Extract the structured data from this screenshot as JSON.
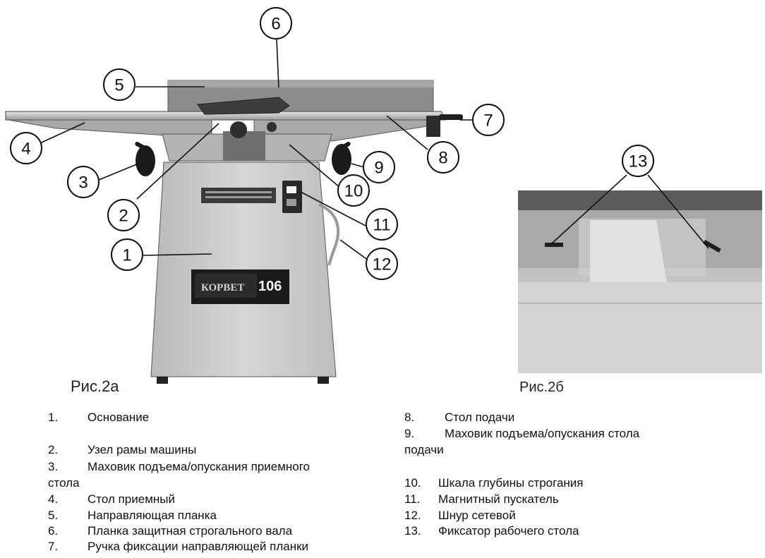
{
  "callouts": [
    "1",
    "2",
    "3",
    "4",
    "5",
    "6",
    "7",
    "8",
    "9",
    "10",
    "11",
    "12",
    "13"
  ],
  "figure_a": {
    "caption": "Рис.2а",
    "nameplate_brand": "КОРВЕТ",
    "nameplate_model": "106"
  },
  "figure_b": {
    "caption": "Рис.2б"
  },
  "legend_left": [
    {
      "num": "1.",
      "text": "Основание"
    },
    {
      "num": "2.",
      "text": "Узел рамы машины"
    },
    {
      "num": "3.",
      "text": "Маховик подъема/опускания приемного",
      "cont": "стола"
    },
    {
      "num": "4.",
      "text": "Стол приемный"
    },
    {
      "num": "5.",
      "text": "Направляющая планка"
    },
    {
      "num": "6.",
      "text": "Планка защитная строгального вала"
    },
    {
      "num": "7.",
      "text": "Ручка фиксации направляющей планки"
    }
  ],
  "legend_right": [
    {
      "num": "8.",
      "text": "Стол подачи"
    },
    {
      "num": "9.",
      "text": "Маховик подъема/опускания стола",
      "cont": "подачи"
    },
    {
      "num": "10.",
      "text": "Шкала глубины строгания"
    },
    {
      "num": "11.",
      "text": "Магнитный пускатель"
    },
    {
      "num": "12.",
      "text": "Шнур сетевой"
    },
    {
      "num": "13.",
      "text": "Фиксатор рабочего стола"
    }
  ],
  "colors": {
    "metal": "#c9c9c9",
    "dark_metal": "#7a7a7a",
    "ink": "#111111"
  }
}
